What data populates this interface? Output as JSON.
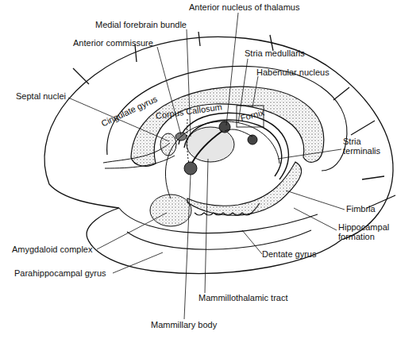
{
  "diagram": {
    "labels": [
      "Anterior nucleus of thalamus",
      "Medial forebrain bundle",
      "Anterior commissure",
      "Stria medullaris",
      "Habenular nucleus",
      "Septal nuclei",
      "Cingulate gyrus",
      "Corpus Callosum",
      "Fornix",
      "Stria terminalis",
      "Fimbria",
      "Hippocampal formation",
      "Amygdaloid complex",
      "Dentate gyrus",
      "Parahippocampal gyrus",
      "Mammillothalamic tract",
      "Mammillary body"
    ]
  }
}
